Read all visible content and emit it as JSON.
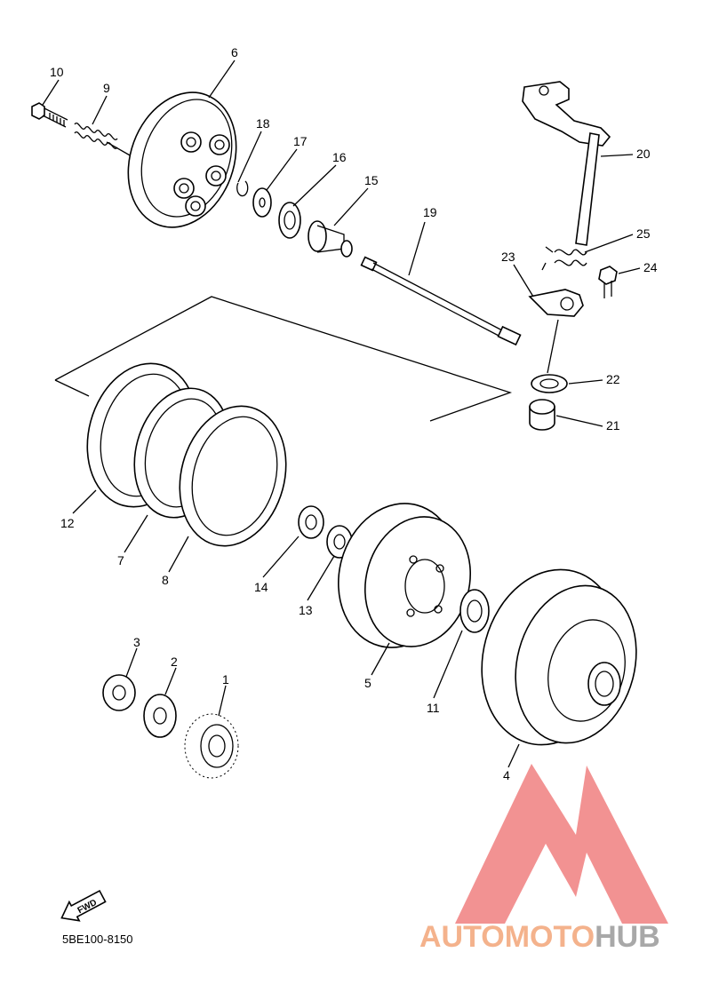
{
  "diagram_code": "5BE100-8150",
  "fwd_label": "FWD",
  "brand": {
    "part1": "AUTOMOTO",
    "part2": "HUB",
    "color1": "#f4b28c",
    "color2": "#a8a8a8",
    "logo_color": "#f08080"
  },
  "callouts": [
    {
      "id": "c1",
      "text": "1"
    },
    {
      "id": "c2",
      "text": "2"
    },
    {
      "id": "c3",
      "text": "3"
    },
    {
      "id": "c4",
      "text": "4"
    },
    {
      "id": "c5",
      "text": "5"
    },
    {
      "id": "c6",
      "text": "6"
    },
    {
      "id": "c7",
      "text": "7"
    },
    {
      "id": "c8",
      "text": "8"
    },
    {
      "id": "c9",
      "text": "9"
    },
    {
      "id": "c10",
      "text": "10"
    },
    {
      "id": "c11",
      "text": "11"
    },
    {
      "id": "c12",
      "text": "12"
    },
    {
      "id": "c13",
      "text": "13"
    },
    {
      "id": "c14",
      "text": "14"
    },
    {
      "id": "c15",
      "text": "15"
    },
    {
      "id": "c16",
      "text": "16"
    },
    {
      "id": "c17",
      "text": "17"
    },
    {
      "id": "c18",
      "text": "18"
    },
    {
      "id": "c19",
      "text": "19"
    },
    {
      "id": "c20",
      "text": "20"
    },
    {
      "id": "c21",
      "text": "21"
    },
    {
      "id": "c22",
      "text": "22"
    },
    {
      "id": "c23",
      "text": "23"
    },
    {
      "id": "c24",
      "text": "24"
    },
    {
      "id": "c25",
      "text": "25"
    }
  ]
}
